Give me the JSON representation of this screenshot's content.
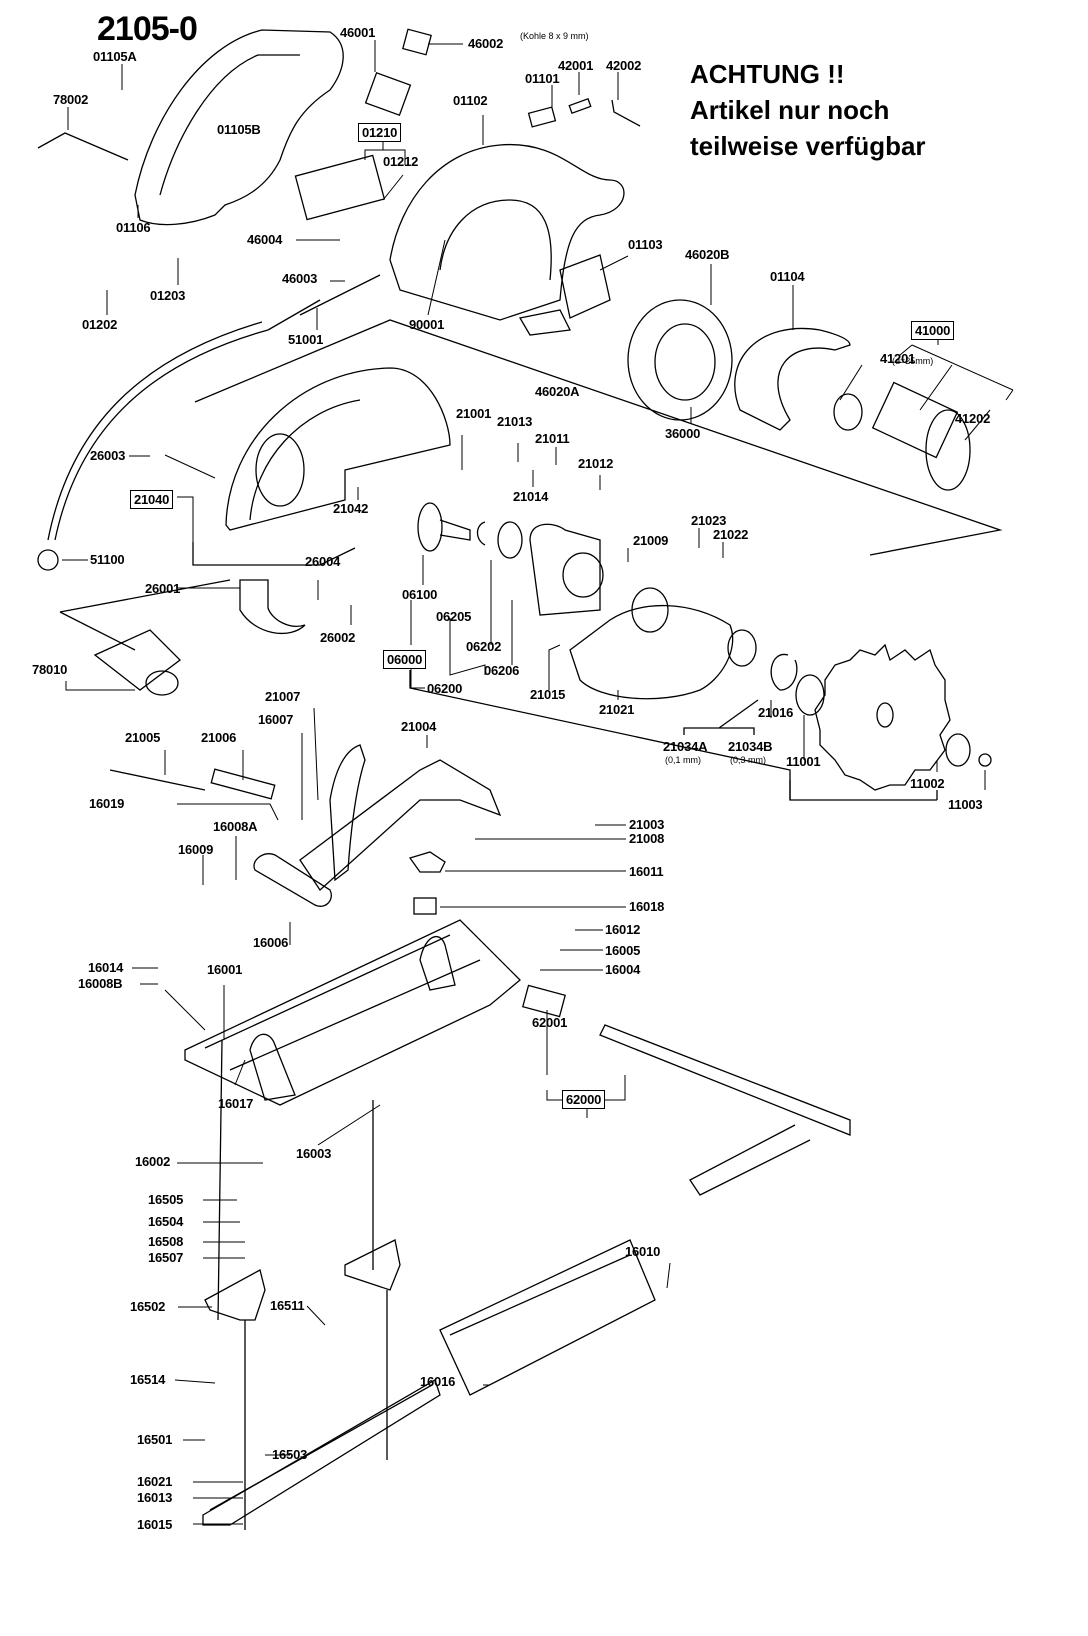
{
  "diagram": {
    "title": "2105-0",
    "warning": {
      "line1": "ACHTUNG !!",
      "line2": "Artikel nur noch",
      "line3": "teilweise verfügbar"
    },
    "notes": {
      "kohle": "(Kohle 8 x 9 mm)",
      "d25": "(d=25mm)",
      "mm01": "(0,1 mm)",
      "mm03": "(0,3 mm)"
    },
    "parts": [
      {
        "id": "01105A",
        "boxed": false
      },
      {
        "id": "78002",
        "boxed": false
      },
      {
        "id": "01105B",
        "boxed": false
      },
      {
        "id": "01106",
        "boxed": false
      },
      {
        "id": "01203",
        "boxed": false
      },
      {
        "id": "01202",
        "boxed": false
      },
      {
        "id": "46001",
        "boxed": false
      },
      {
        "id": "46002",
        "boxed": false
      },
      {
        "id": "01210",
        "boxed": true
      },
      {
        "id": "01212",
        "boxed": false
      },
      {
        "id": "46004",
        "boxed": false
      },
      {
        "id": "46003",
        "boxed": false
      },
      {
        "id": "51001",
        "boxed": false
      },
      {
        "id": "90001",
        "boxed": false
      },
      {
        "id": "01102",
        "boxed": false
      },
      {
        "id": "01101",
        "boxed": false
      },
      {
        "id": "42001",
        "boxed": false
      },
      {
        "id": "42002",
        "boxed": false
      },
      {
        "id": "01103",
        "boxed": false
      },
      {
        "id": "46020B",
        "boxed": false
      },
      {
        "id": "01104",
        "boxed": false
      },
      {
        "id": "41000",
        "boxed": true
      },
      {
        "id": "41201",
        "boxed": false
      },
      {
        "id": "41202",
        "boxed": false
      },
      {
        "id": "46020A",
        "boxed": false
      },
      {
        "id": "36000",
        "boxed": false
      },
      {
        "id": "26003",
        "boxed": false
      },
      {
        "id": "21040",
        "boxed": true
      },
      {
        "id": "21042",
        "boxed": false
      },
      {
        "id": "21001",
        "boxed": false
      },
      {
        "id": "21013",
        "boxed": false
      },
      {
        "id": "21011",
        "boxed": false
      },
      {
        "id": "21012",
        "boxed": false
      },
      {
        "id": "21014",
        "boxed": false
      },
      {
        "id": "51100",
        "boxed": false
      },
      {
        "id": "26004",
        "boxed": false
      },
      {
        "id": "26001",
        "boxed": false
      },
      {
        "id": "26002",
        "boxed": false
      },
      {
        "id": "06100",
        "boxed": false
      },
      {
        "id": "06205",
        "boxed": false
      },
      {
        "id": "06202",
        "boxed": false
      },
      {
        "id": "06206",
        "boxed": false
      },
      {
        "id": "06000",
        "boxed": true
      },
      {
        "id": "06200",
        "boxed": false
      },
      {
        "id": "21009",
        "boxed": false
      },
      {
        "id": "21023",
        "boxed": false
      },
      {
        "id": "21022",
        "boxed": false
      },
      {
        "id": "21015",
        "boxed": false
      },
      {
        "id": "21021",
        "boxed": false
      },
      {
        "id": "21034A",
        "boxed": false
      },
      {
        "id": "21034B",
        "boxed": false
      },
      {
        "id": "21016",
        "boxed": false
      },
      {
        "id": "11001",
        "boxed": false
      },
      {
        "id": "11002",
        "boxed": false
      },
      {
        "id": "11003",
        "boxed": false
      },
      {
        "id": "78010",
        "boxed": false
      },
      {
        "id": "21007",
        "boxed": false
      },
      {
        "id": "16007",
        "boxed": false
      },
      {
        "id": "21005",
        "boxed": false
      },
      {
        "id": "21006",
        "boxed": false
      },
      {
        "id": "21004",
        "boxed": false
      },
      {
        "id": "16019",
        "boxed": false
      },
      {
        "id": "16008A",
        "boxed": false
      },
      {
        "id": "21003",
        "boxed": false
      },
      {
        "id": "21008",
        "boxed": false
      },
      {
        "id": "16009",
        "boxed": false
      },
      {
        "id": "16011",
        "boxed": false
      },
      {
        "id": "16018",
        "boxed": false
      },
      {
        "id": "16006",
        "boxed": false
      },
      {
        "id": "16012",
        "boxed": false
      },
      {
        "id": "16005",
        "boxed": false
      },
      {
        "id": "16004",
        "boxed": false
      },
      {
        "id": "16014",
        "boxed": false
      },
      {
        "id": "16008B",
        "boxed": false
      },
      {
        "id": "16001",
        "boxed": false
      },
      {
        "id": "62001",
        "boxed": false
      },
      {
        "id": "62000",
        "boxed": true
      },
      {
        "id": "16017",
        "boxed": false
      },
      {
        "id": "16002",
        "boxed": false
      },
      {
        "id": "16003",
        "boxed": false
      },
      {
        "id": "16505",
        "boxed": false
      },
      {
        "id": "16504",
        "boxed": false
      },
      {
        "id": "16508",
        "boxed": false
      },
      {
        "id": "16507",
        "boxed": false
      },
      {
        "id": "16010",
        "boxed": false
      },
      {
        "id": "16502",
        "boxed": false
      },
      {
        "id": "16511",
        "boxed": false
      },
      {
        "id": "16514",
        "boxed": false
      },
      {
        "id": "16016",
        "boxed": false
      },
      {
        "id": "16501",
        "boxed": false
      },
      {
        "id": "16503",
        "boxed": false
      },
      {
        "id": "16021",
        "boxed": false
      },
      {
        "id": "16013",
        "boxed": false
      },
      {
        "id": "16015",
        "boxed": false
      }
    ]
  }
}
